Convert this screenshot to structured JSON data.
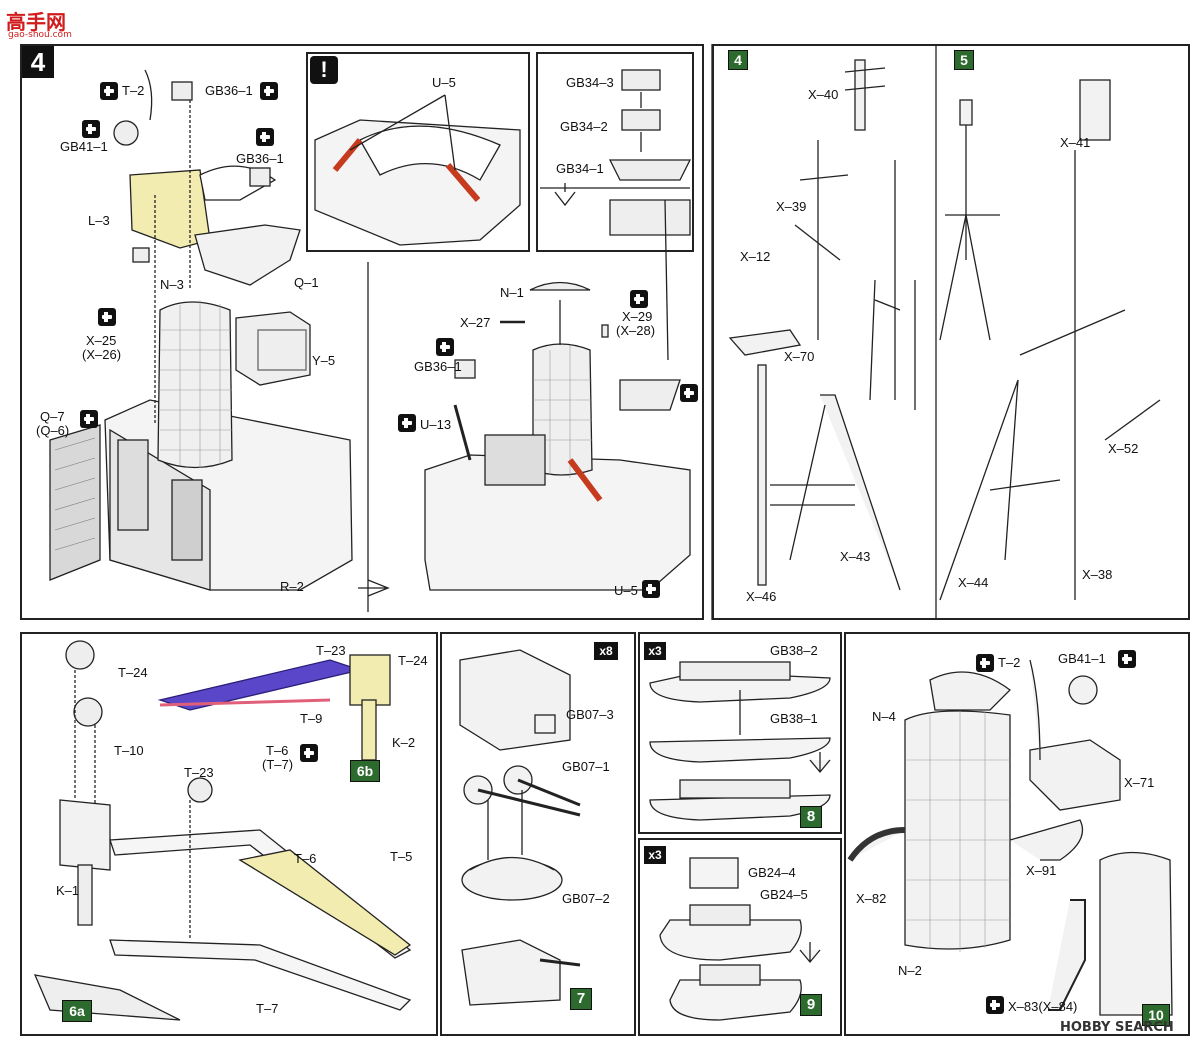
{
  "header": {
    "logo_text": "高手网",
    "logo_url": "gao-shou.com"
  },
  "watermark": "HOBBY SEARCH",
  "steps": {
    "s4": "4",
    "s4b": "4",
    "s5": "5",
    "s6a": "6a",
    "s6b": "6b",
    "s7": "7",
    "s8": "8",
    "s9": "9",
    "s10": "10",
    "warn": "!",
    "x8": "x8",
    "x3a": "x3",
    "x3b": "x3"
  },
  "labels": {
    "t2": "T–2",
    "gb361a": "GB36–1",
    "gb411": "GB41–1",
    "gb361b": "GB36–1",
    "l3": "L–3",
    "q1": "Q–1",
    "n3": "N–3",
    "x25": "X–25",
    "x26": "(X–26)",
    "y5": "Y–5",
    "q7": "Q–7",
    "q6": "(Q–6)",
    "r2": "R–2",
    "u5a": "U–5",
    "gb343": "GB34–3",
    "gb342": "GB34–2",
    "gb341": "GB34–1",
    "n1": "N–1",
    "x27": "X–27",
    "x29": "X–29",
    "x28": "(X–28)",
    "gb361c": "GB36–1",
    "u13": "U–13",
    "u5b": "U–5",
    "x40": "X–40",
    "x39": "X–39",
    "x12": "X–12",
    "x70": "X–70",
    "x43": "X–43",
    "x46": "X–46",
    "x41": "X–41",
    "x52": "X–52",
    "x44": "X–44",
    "x38": "X–38",
    "t24a": "T–24",
    "t10": "T–10",
    "t23a": "T–23",
    "t24b": "T–24",
    "t9": "T–9",
    "t6a": "T–6",
    "t7a": "(T–7)",
    "k2": "K–2",
    "t23b": "T–23",
    "t6b": "T–6",
    "t5": "T–5",
    "k1": "K–1",
    "t7b": "T–7",
    "gb073": "GB07–3",
    "gb071": "GB07–1",
    "gb072": "GB07–2",
    "gb382": "GB38–2",
    "gb381": "GB38–1",
    "gb244": "GB24–4",
    "gb245": "GB24–5",
    "t2b": "T–2",
    "gb411b": "GB41–1",
    "n4": "N–4",
    "x71": "X–71",
    "x91": "X–91",
    "x82": "X–82",
    "n2": "N–2",
    "x83": "X–83(X–84)"
  },
  "colors": {
    "highlight_yellow": "#f3ecb0",
    "highlight_red": "#c63a1e",
    "highlight_blue": "#5a46c8",
    "highlight_pink": "#e0607a",
    "step_green": "#2d6a2d"
  }
}
